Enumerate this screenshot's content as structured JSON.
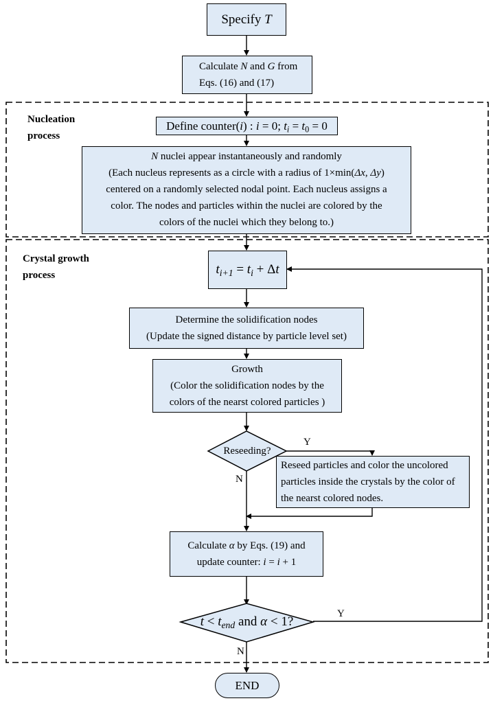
{
  "colors": {
    "box_fill": "#dfeaf6",
    "stroke": "#000000",
    "background": "#ffffff"
  },
  "sections": {
    "nucleation": {
      "label_line1": "Nucleation",
      "label_line2": "process"
    },
    "growth": {
      "label_line1": "Crystal growth",
      "label_line2": "process"
    }
  },
  "nodes": {
    "specify_t": {
      "prefix": "Specify ",
      "var": "T"
    },
    "calc_ng": {
      "p1": "Calculate ",
      "v1": "N",
      "p2": " and ",
      "v2": "G",
      "p3": " from",
      "line2": "Eqs. (16) and (17)"
    },
    "define_counter": {
      "p1": "Define counter(",
      "v1": "i",
      "p2": ") : ",
      "v2": "i",
      "p3": " = 0; ",
      "v3": "t",
      "s3": "i",
      "p4": " = ",
      "v4": "t",
      "s4": "0",
      "p5": " = 0"
    },
    "nuclei": {
      "v1": "N",
      "line1_rest": " nuclei appear instantaneously and randomly",
      "line2_a": "(Each nucleus represents as a circle with a radius of 1×min(",
      "line2_dx": "Δx",
      "line2_sep": ", ",
      "line2_dy": "Δy",
      "line2_end": ")",
      "line3": "centered on a randomly selected nodal point. Each nucleus assigns a",
      "line4": "color. The nodes and particles within the nuclei are colored by the",
      "line5": "colors of  the nuclei which they belong to.)"
    },
    "time_step": {
      "v1": "t",
      "s1": "i+1",
      "p1": " = ",
      "v2": "t",
      "s2": "i",
      "p2": " + Δ",
      "v3": "t"
    },
    "determine": {
      "line1": "Determine the solidification nodes",
      "line2": "(Update the signed distance by particle level set)"
    },
    "growth": {
      "line1": "Growth",
      "line2": "(Color the solidification nodes by the",
      "line3": "colors of the nearst colored particles )"
    },
    "reseeding": {
      "label": "Reseeding?"
    },
    "reseed_action": {
      "line1": "Reseed particles and color the uncolored",
      "line2": "particles inside the crystals by the color of",
      "line3": "the nearst colored nodes."
    },
    "calc_alpha": {
      "p1": "Calculate ",
      "v1": "α",
      "p2": " by Eqs. (19) and",
      "p3": "update counter: ",
      "v2": "i",
      "p4": " = ",
      "v3": "i",
      "p5": " + 1"
    },
    "condition": {
      "v1": "t",
      "p1": " < ",
      "v2": "t",
      "s2": "end",
      "p2": " and ",
      "v3": "α",
      "p3": " < 1?"
    },
    "end": {
      "label": "END"
    }
  },
  "edge_labels": {
    "reseed_yes": "Y",
    "reseed_no": "N",
    "cond_yes": "Y",
    "cond_no": "N"
  }
}
